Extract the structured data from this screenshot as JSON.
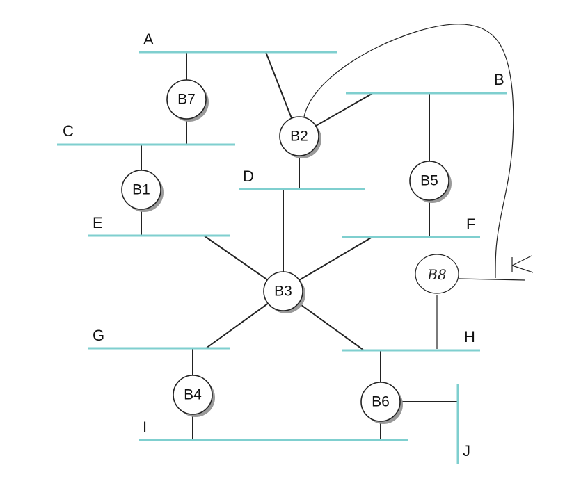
{
  "lans": [
    {
      "id": "A",
      "label": "A"
    },
    {
      "id": "B",
      "label": "B"
    },
    {
      "id": "C",
      "label": "C"
    },
    {
      "id": "D",
      "label": "D"
    },
    {
      "id": "E",
      "label": "E"
    },
    {
      "id": "F",
      "label": "F"
    },
    {
      "id": "G",
      "label": "G"
    },
    {
      "id": "H",
      "label": "H"
    },
    {
      "id": "I",
      "label": "I"
    },
    {
      "id": "J",
      "label": "J"
    }
  ],
  "bridges": [
    {
      "id": "B1",
      "label": "B1"
    },
    {
      "id": "B2",
      "label": "B2"
    },
    {
      "id": "B3",
      "label": "B3"
    },
    {
      "id": "B4",
      "label": "B4"
    },
    {
      "id": "B5",
      "label": "B5"
    },
    {
      "id": "B6",
      "label": "B6"
    },
    {
      "id": "B7",
      "label": "B7"
    }
  ],
  "connections": [
    [
      "B7",
      "A"
    ],
    [
      "B7",
      "C"
    ],
    [
      "B2",
      "A"
    ],
    [
      "B2",
      "B"
    ],
    [
      "B2",
      "D"
    ],
    [
      "B1",
      "C"
    ],
    [
      "B1",
      "E"
    ],
    [
      "B5",
      "B"
    ],
    [
      "B5",
      "F"
    ],
    [
      "B3",
      "D"
    ],
    [
      "B3",
      "E"
    ],
    [
      "B3",
      "F"
    ],
    [
      "B3",
      "G"
    ],
    [
      "B3",
      "H"
    ],
    [
      "B4",
      "G"
    ],
    [
      "B4",
      "I"
    ],
    [
      "B6",
      "H"
    ],
    [
      "B6",
      "I"
    ],
    [
      "B6",
      "J"
    ]
  ],
  "handwritten": {
    "bridge_label": "B8",
    "connections": [
      [
        "B8",
        "H"
      ],
      [
        "B8",
        "B2"
      ]
    ],
    "marker": "K"
  }
}
